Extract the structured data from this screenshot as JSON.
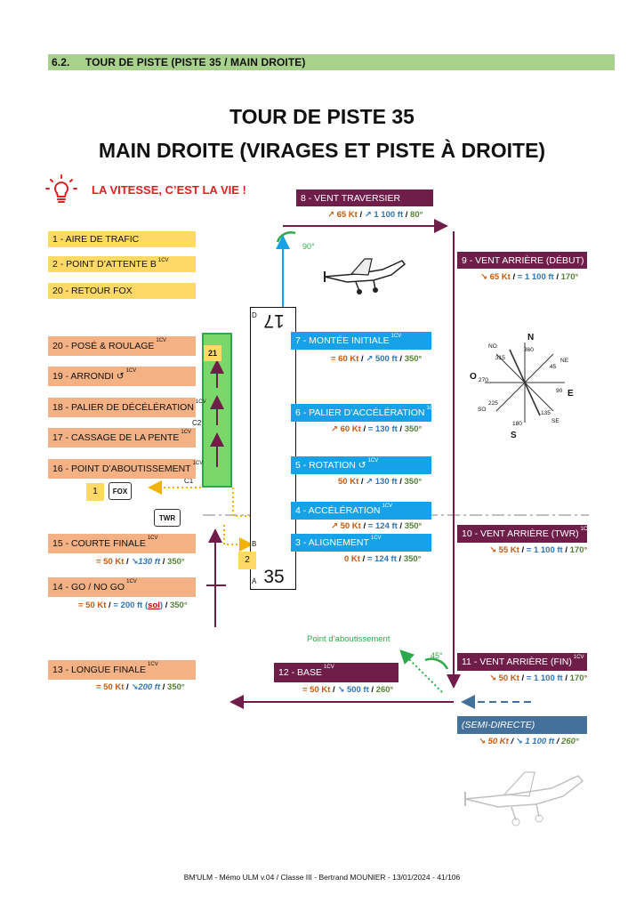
{
  "header": {
    "number": "6.2.",
    "title": "TOUR DE PISTE (PISTE 35 / MAIN DROITE)"
  },
  "title_line1": "TOUR DE PISTE 35",
  "title_line2": "MAIN DROITE (VIRAGES ET PISTE À DROITE)",
  "alert": "LA VITESSE, C’EST LA VIE !",
  "left_items": {
    "aire": "1 - AIRE DE TRAFIC",
    "attente": "2 - POINT D’ATTENTE B",
    "attente_sup": "1CV",
    "retour": "20 - RETOUR FOX",
    "pose": "20 - POSÉ & ROULAGE",
    "arrondi": "19 - ARRONDI ↺",
    "palier_decel": "18 - PALIER DE DÉCÉLÉRATION",
    "cassage": "17 - CASSAGE DE LA PENTE",
    "aboutissement": "16 - POINT D’ABOUTISSEMENT",
    "courte_finale": "15 - COURTE FINALE",
    "go_nogo": "14 - GO / NO GO",
    "longue_finale": "13 - LONGUE FINALE",
    "sup": "1CV"
  },
  "legs": {
    "leg15": {
      "a": "= 50 Kt",
      "b": "↘130 ft",
      "c": "350°"
    },
    "leg14": {
      "a": "= 50 Kt",
      "b": "= 200 ft (",
      "b2": "sol",
      "b3": ")",
      "c": "350°"
    },
    "leg13": {
      "a": "= 50 Kt",
      "b": "↘200 ft",
      "c": "350°"
    },
    "leg8": {
      "title": "8 - VENT TRAVERSIER",
      "a": "↗ 65 Kt",
      "b": "↗ 1 100 ft",
      "c": "80°"
    },
    "leg9": {
      "title": "9 - VENT ARRIÈRE (DÉBUT)",
      "a": "↘ 65 Kt",
      "b": "= 1 100 ft",
      "c": "170°"
    },
    "leg7": {
      "title": "7 - MONTÉE INITIALE",
      "a": "= 60 Kt",
      "b": "↗ 500 ft",
      "c": "350°"
    },
    "leg6": {
      "title": "6 - PALIER D’ACCÉLÉRATION",
      "a": "↗ 60 Kt",
      "b": "= 130 ft",
      "c": "350°"
    },
    "leg5": {
      "title": "5 - ROTATION ↺",
      "a": "50 Kt",
      "b": "↗ 130 ft",
      "c": "350°"
    },
    "leg4": {
      "title": "4 - ACCÉLÉRATION",
      "a": "↗ 50 Kt",
      "b": "= 124 ft",
      "c": "350°"
    },
    "leg3": {
      "title": "3 - ALIGNEMENT",
      "a": "0 Kt",
      "b": "= 124 ft",
      "c": "350°"
    },
    "leg10": {
      "title": "10 - VENT ARRIÈRE (TWR)",
      "a": "↘ 55 Kt",
      "b": "= 1 100 ft",
      "c": "170°"
    },
    "leg11": {
      "title": "11 - VENT ARRIÈRE (FIN)",
      "a": "↘ 50 Kt",
      "b": "= 1 100 ft",
      "c": "170°"
    },
    "leg12": {
      "title": "12 - BASE",
      "a": "= 50 Kt",
      "b": "↘ 500 ft",
      "c": "260°"
    },
    "semi": {
      "title": "(SEMI-DIRECTE)",
      "a": "↘ 50 Kt",
      "b": "↘ 1 100 ft",
      "c": "260°"
    },
    "sup": "1CV"
  },
  "runway": {
    "top_number": "17",
    "bottom_number": "35",
    "label_d": "D",
    "label_b": "B",
    "label_a": "A",
    "label_c1": "C1",
    "label_c2": "C2"
  },
  "markers": {
    "fox": "FOX",
    "twr": "TWR",
    "one": "1",
    "two": "2",
    "twentyone": "21"
  },
  "angles": {
    "a90": "90°",
    "a45": "45°"
  },
  "aboutissement_label": "Point d’aboutissement",
  "compass": {
    "n": "N",
    "s": "S",
    "e": "E",
    "o": "O",
    "no": "NO",
    "ne": "NE",
    "so": "SO",
    "se": "SE",
    "d360": "360",
    "d45": "45",
    "d90": "90",
    "d135": "135",
    "d180": "180",
    "d225": "225",
    "d270": "270",
    "d315": "315"
  },
  "colors": {
    "purple": "#6f1e4a",
    "blue": "#17a2e8",
    "green": "#4caf50",
    "orange_dot": "#f0b400",
    "grey": "#bfbfbf",
    "semi": "#44709c"
  },
  "footer": "BM'ULM - Mémo ULM v.04 / Classe III - Bertrand MOUNIER - 13/01/2024 - 41/106"
}
